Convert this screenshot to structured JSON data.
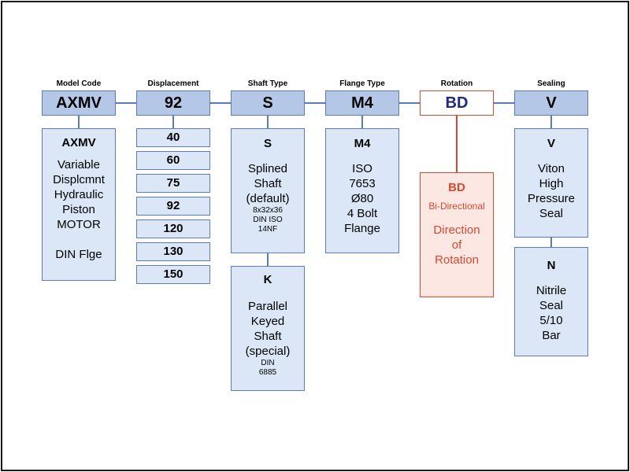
{
  "headers": [
    "Model Code",
    "Displacement",
    "Shaft Type",
    "Flange Type",
    "Rotation",
    "Sealing"
  ],
  "codes": [
    "AXMV",
    "92",
    "S",
    "M4",
    "BD",
    "V"
  ],
  "model": {
    "title": "AXMV",
    "desc": "Variable\nDisplcmnt\nHydraulic\nPiston\nMOTOR\n\nDIN Flge"
  },
  "displacement_options": [
    "40",
    "60",
    "75",
    "92",
    "120",
    "130",
    "150"
  ],
  "shaft": {
    "s_title": "S",
    "s_desc": "Splined\nShaft\n(default)",
    "s_small": "8x32x36\nDIN ISO\n14NF",
    "k_title": "K",
    "k_desc": "Parallel\nKeyed\nShaft\n(special)",
    "k_small": "DIN\n6885"
  },
  "flange": {
    "title": "M4",
    "desc": "ISO\n7653\nØ80\n4 Bolt\nFlange"
  },
  "rotation": {
    "title": "BD",
    "subtitle": "Bi-Directional",
    "desc": "Direction\nof\nRotation"
  },
  "sealing": {
    "v_title": "V",
    "v_desc": "Viton\nHigh\nPressure\nSeal",
    "n_title": "N",
    "n_desc": "Nitrile\nSeal\n5/10\nBar"
  },
  "colors": {
    "code_fill": "#b4c7e7",
    "box_fill": "#dbe7f7",
    "border_blue": "#5b7bbf",
    "accent_red": "#d9482e",
    "code_text_bd": "#1f2a7a"
  }
}
